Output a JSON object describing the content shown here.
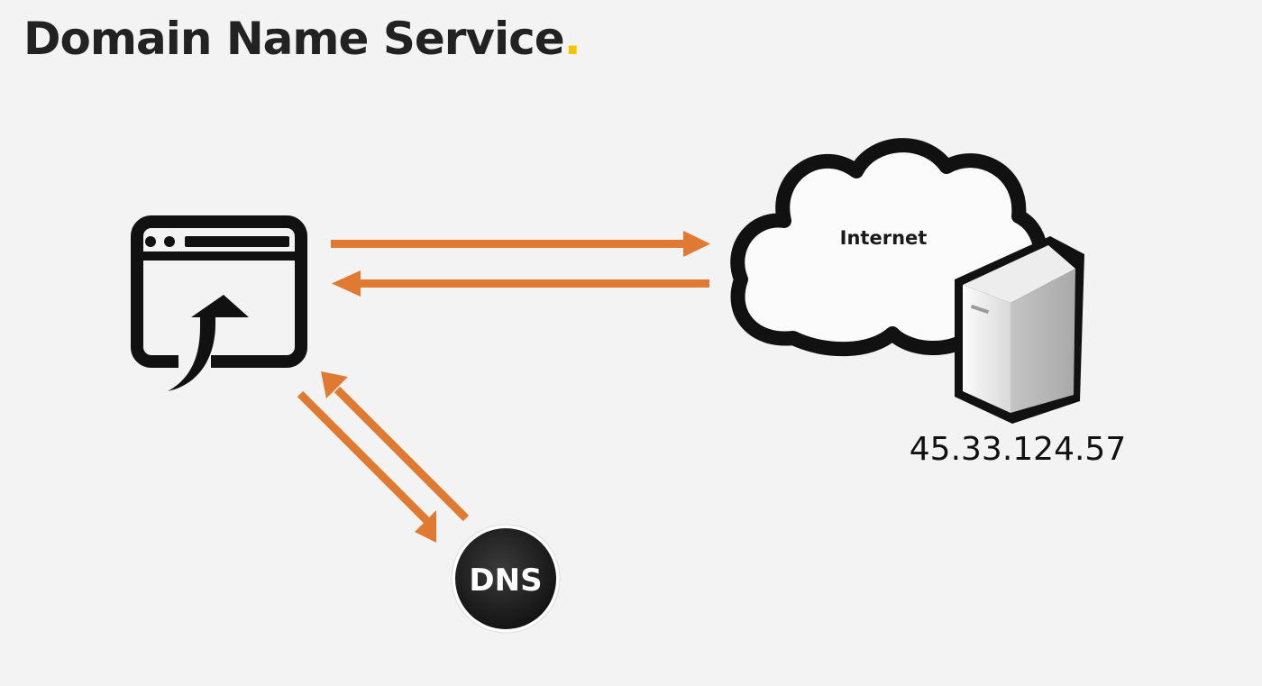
{
  "slide": {
    "title": "Domain Name Service",
    "title_dot": ".",
    "accent_color": "#f3c400"
  },
  "diagram": {
    "cloud_label": "Internet",
    "server_ip": "45.33.124.57",
    "dns_label": "DNS",
    "arrow_color": "#e07a32",
    "icons": [
      "browser-icon",
      "cloud-icon",
      "server-icon",
      "dns-circle-icon"
    ]
  }
}
